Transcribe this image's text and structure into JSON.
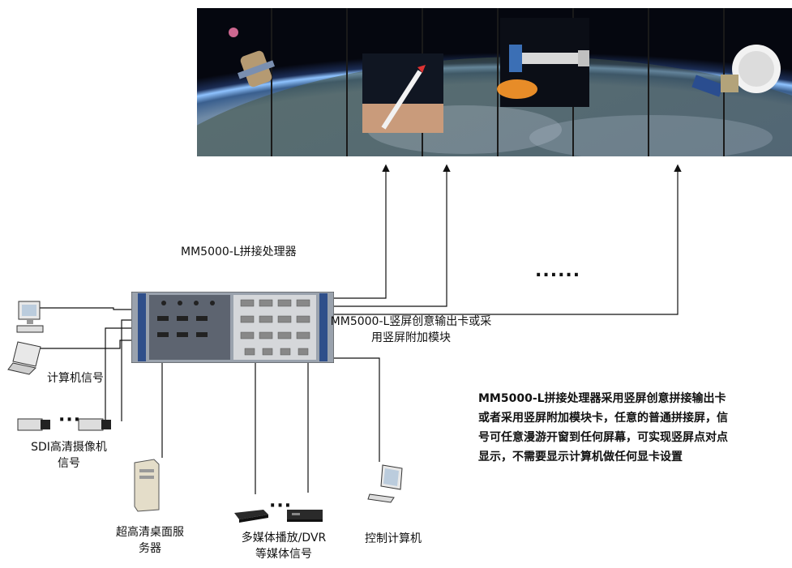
{
  "processor_title": "MM5000-L拼接处理器",
  "output_card_label_line1": "MM5000-L竖屏创意输出卡或采",
  "output_card_label_line2": "用竖屏附加模块",
  "ellipsis_right": "......",
  "computer_signal": "计算机信号",
  "sdi_camera_line1": "SDI高清摄像机",
  "sdi_camera_line2": "信号",
  "desktop_server_line1": "超高清桌面服",
  "desktop_server_line2": "务器",
  "media_line1": "多媒体播放/DVR",
  "media_line2": "等媒体信号",
  "control_pc": "控制计算机",
  "description_lines": [
    "MM5000-L拼接处理器采用竖屏创意拼接输出卡",
    "或者采用竖屏附加模块卡，任意的普通拼接屏，信",
    "号可任意漫游开窗到任何屏幕，可实现竖屏点对点",
    "显示，不需要显示计算机做任何显卡设置"
  ],
  "colors": {
    "text": "#111111",
    "rack": "#8e96a3",
    "wall_bg": "#0a0f1c",
    "earth": "#3b6fb5"
  }
}
